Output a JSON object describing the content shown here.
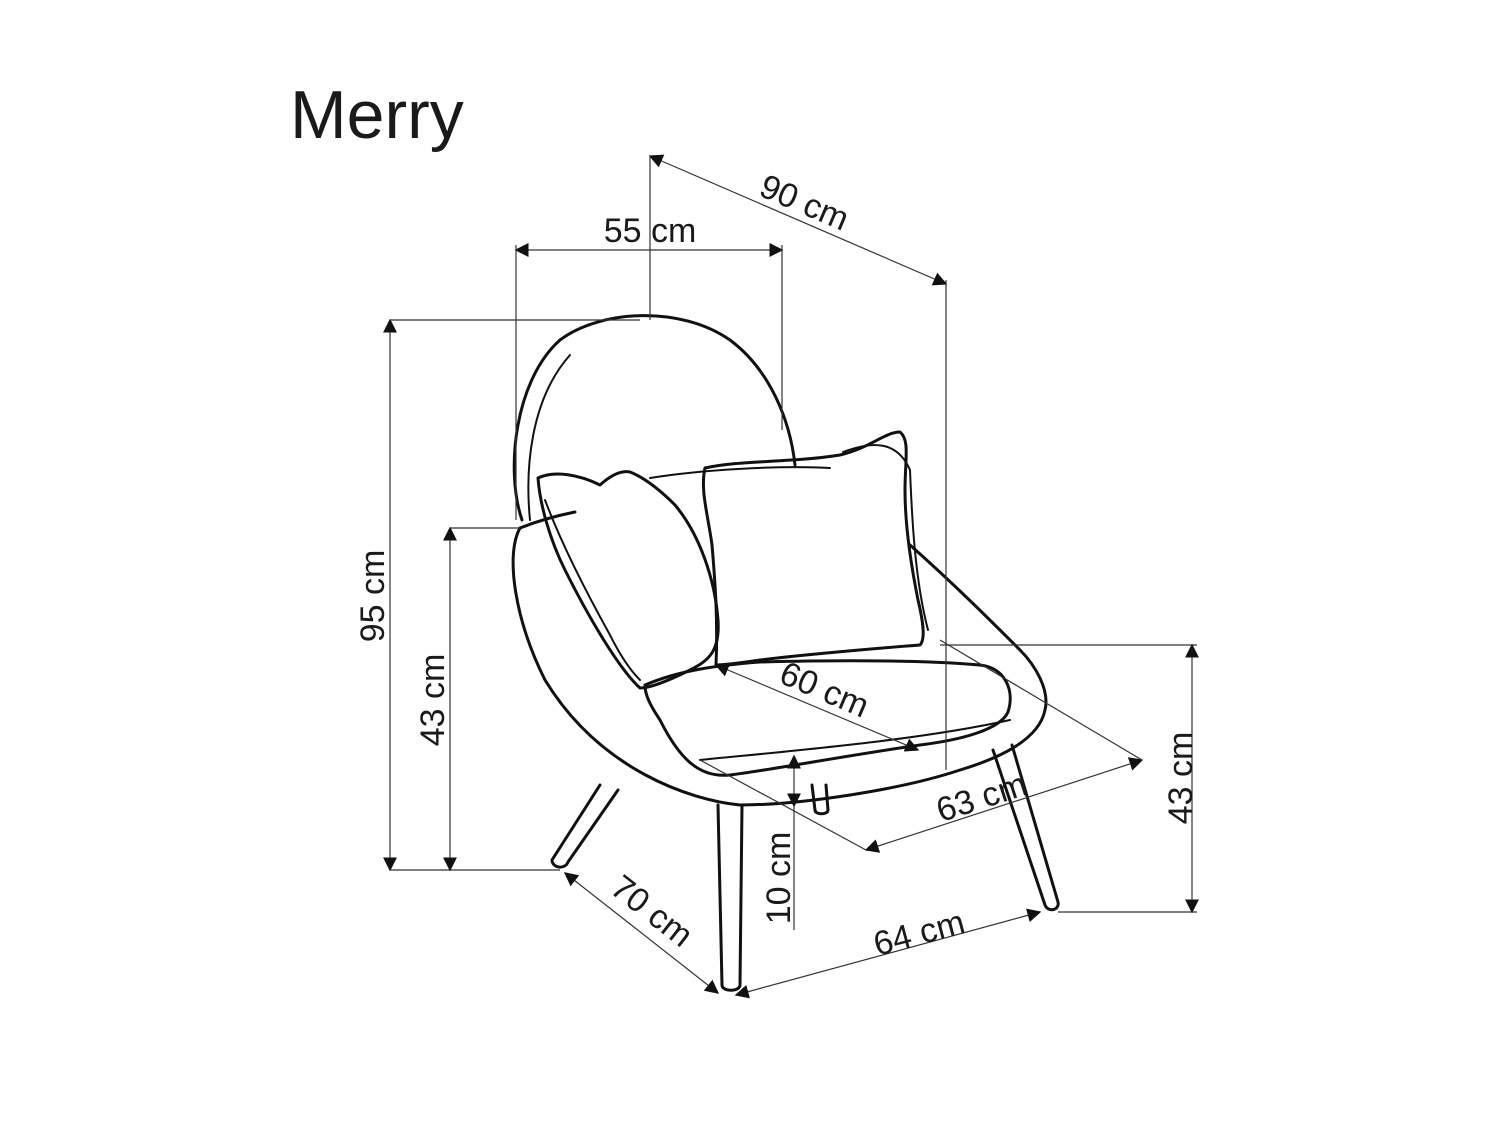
{
  "title": "Merry",
  "dimensions": {
    "top_width": "55 cm",
    "diagonal_depth": "90 cm",
    "total_height": "95 cm",
    "armrest_height": "43 cm",
    "seat_width": "60 cm",
    "seat_depth": "63 cm",
    "leg_height": "10 cm",
    "base_depth": "70 cm",
    "base_width": "64 cm",
    "seat_height": "43 cm"
  }
}
